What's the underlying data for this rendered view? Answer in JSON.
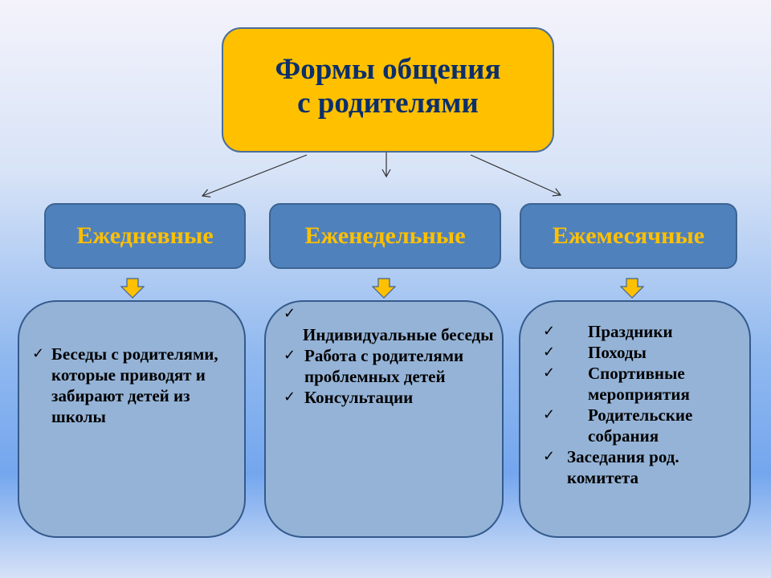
{
  "root": {
    "title": "Формы общения\nс родителями"
  },
  "categories": [
    {
      "label": "Ежедневные"
    },
    {
      "label": "Еженедельные"
    },
    {
      "label": "Ежемесячные"
    }
  ],
  "lists": [
    {
      "items": [
        "Беседы с родителями, которые приводят и забирают детей из школы"
      ]
    },
    {
      "items": [
        "Индивидуальные беседы",
        "Работа с родителями проблемных детей",
        "Консультации"
      ]
    },
    {
      "items": [
        "Праздники",
        "Походы",
        "Спортивные мероприятия",
        "Родительские собрания",
        "Заседания род. комитета"
      ]
    }
  ],
  "colors": {
    "root_fill": "#ffc000",
    "root_text": "#0c2f6b",
    "category_fill": "#4f81bd",
    "category_text": "#ffc000",
    "list_fill": "#95b3d7",
    "arrow_fill": "#ffc000"
  },
  "icons": {
    "bullet": "check-mark-icon",
    "connector": "open-arrow-icon",
    "down": "block-down-arrow-icon"
  }
}
